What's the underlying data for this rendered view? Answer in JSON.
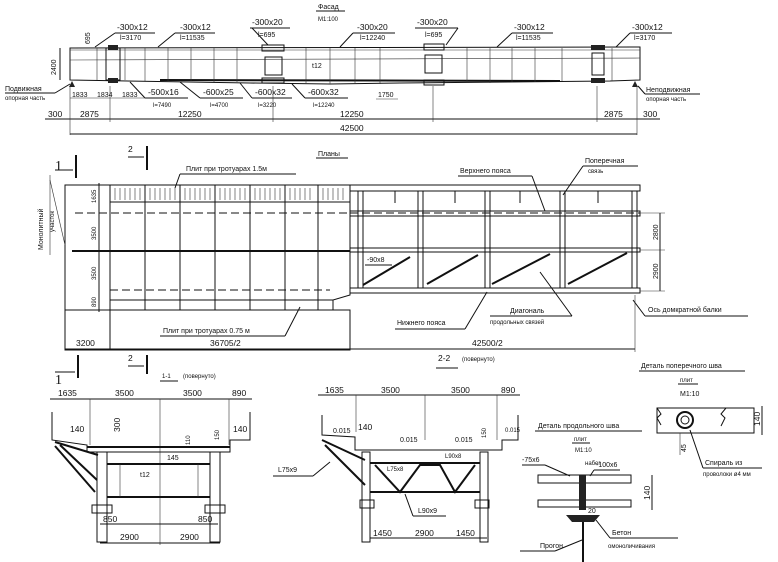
{
  "facade": {
    "title": "Фасад",
    "scale": "М1:100",
    "top_plates": [
      {
        "size": "-300x12",
        "length": "l=3170"
      },
      {
        "size": "-300x12",
        "length": "l=11535"
      },
      {
        "size": "-300x20",
        "length": "l=695"
      },
      {
        "size": "-300x20",
        "length": "l=12240"
      },
      {
        "size": "-300x20",
        "length": "l=695"
      },
      {
        "size": "-300x12",
        "length": "l=11535"
      },
      {
        "size": "-300x12",
        "length": "l=3170"
      }
    ],
    "bottom_plates": [
      {
        "size": "-500x16",
        "length": "l=7490"
      },
      {
        "size": "-600x25",
        "length": "l=4700"
      },
      {
        "size": "-600x32",
        "length": "l=3220"
      },
      {
        "size": "-600x32",
        "length": "l=12240"
      }
    ],
    "web_thickness": "t12",
    "dims_vertical": [
      "695",
      "2400"
    ],
    "dims_small": [
      "1833",
      "1834",
      "1833",
      "1750"
    ],
    "dims_row": [
      "300",
      "2875",
      "12250",
      "12250",
      "2875",
      "300"
    ],
    "dim_total": "42500",
    "support_left": {
      "line1": "Подвижная",
      "line2": "опорная часть"
    },
    "support_right": {
      "line1": "Неподвижная",
      "line2": "опорная часть"
    }
  },
  "plan": {
    "title": "Планы",
    "section_marks": [
      "1",
      "2",
      "2",
      "1"
    ],
    "monolith_label_1": "Монолитный",
    "monolith_label_2": "участок",
    "slabs_top_label": "Плит при тротуарах 1.5м",
    "slabs_bottom_label": "Плит при тротуарах 0.75 м",
    "row_dims": [
      "1635",
      "3500",
      "3500",
      "890"
    ],
    "right_dims": [
      "2800",
      "2900"
    ],
    "brace_label": "-90x8",
    "top_chord_label": "Верхнего пояса",
    "cross_brace_label_1": "Поперечная",
    "cross_brace_label_2": "связь",
    "bottom_chord_label": "Нижнего пояса",
    "diagonal_label_1": "Диагональ",
    "diagonal_label_2": "продольных связей",
    "jack_beam_label": "Ось домкратной балки",
    "bottom_dims": [
      "3200",
      "36705/2",
      "42500/2"
    ]
  },
  "section1": {
    "title": "1-1",
    "note": "(повернуто)",
    "top_dims": [
      "1635",
      "3500",
      "3500",
      "890"
    ],
    "inner_dims": [
      "140",
      "300",
      "110",
      "150",
      "140",
      "145",
      "t12"
    ],
    "bottom_dims": [
      "850",
      "850",
      "2900",
      "2900"
    ]
  },
  "section2": {
    "title": "2-2",
    "note": "(повернуто)",
    "top_dims": [
      "1635",
      "3500",
      "3500",
      "890"
    ],
    "slopes": [
      "0.015",
      "0.015",
      "0.015",
      "0.015"
    ],
    "inner_dims": [
      "140",
      "150"
    ],
    "angles": [
      "L75x9",
      "L75x8",
      "L90x8",
      "L90x9"
    ],
    "bottom_dims": [
      "1450",
      "2900",
      "1450"
    ]
  },
  "detail_long": {
    "title": "Деталь продольного шва",
    "subtitle": "плит",
    "scale": "М1:10",
    "labels": [
      "-75x6",
      "набег",
      "-100x6",
      "140",
      "20"
    ],
    "concrete_1": "Бетон",
    "concrete_2": "омоноличивания",
    "beam_label": "Прогон"
  },
  "detail_cross": {
    "title": "Деталь поперечного шва",
    "subtitle": "плит",
    "scale": "М1:10",
    "dims": [
      "140",
      "45"
    ],
    "spiral_1": "Спираль из",
    "spiral_2": "проволоки ø4 мм"
  }
}
